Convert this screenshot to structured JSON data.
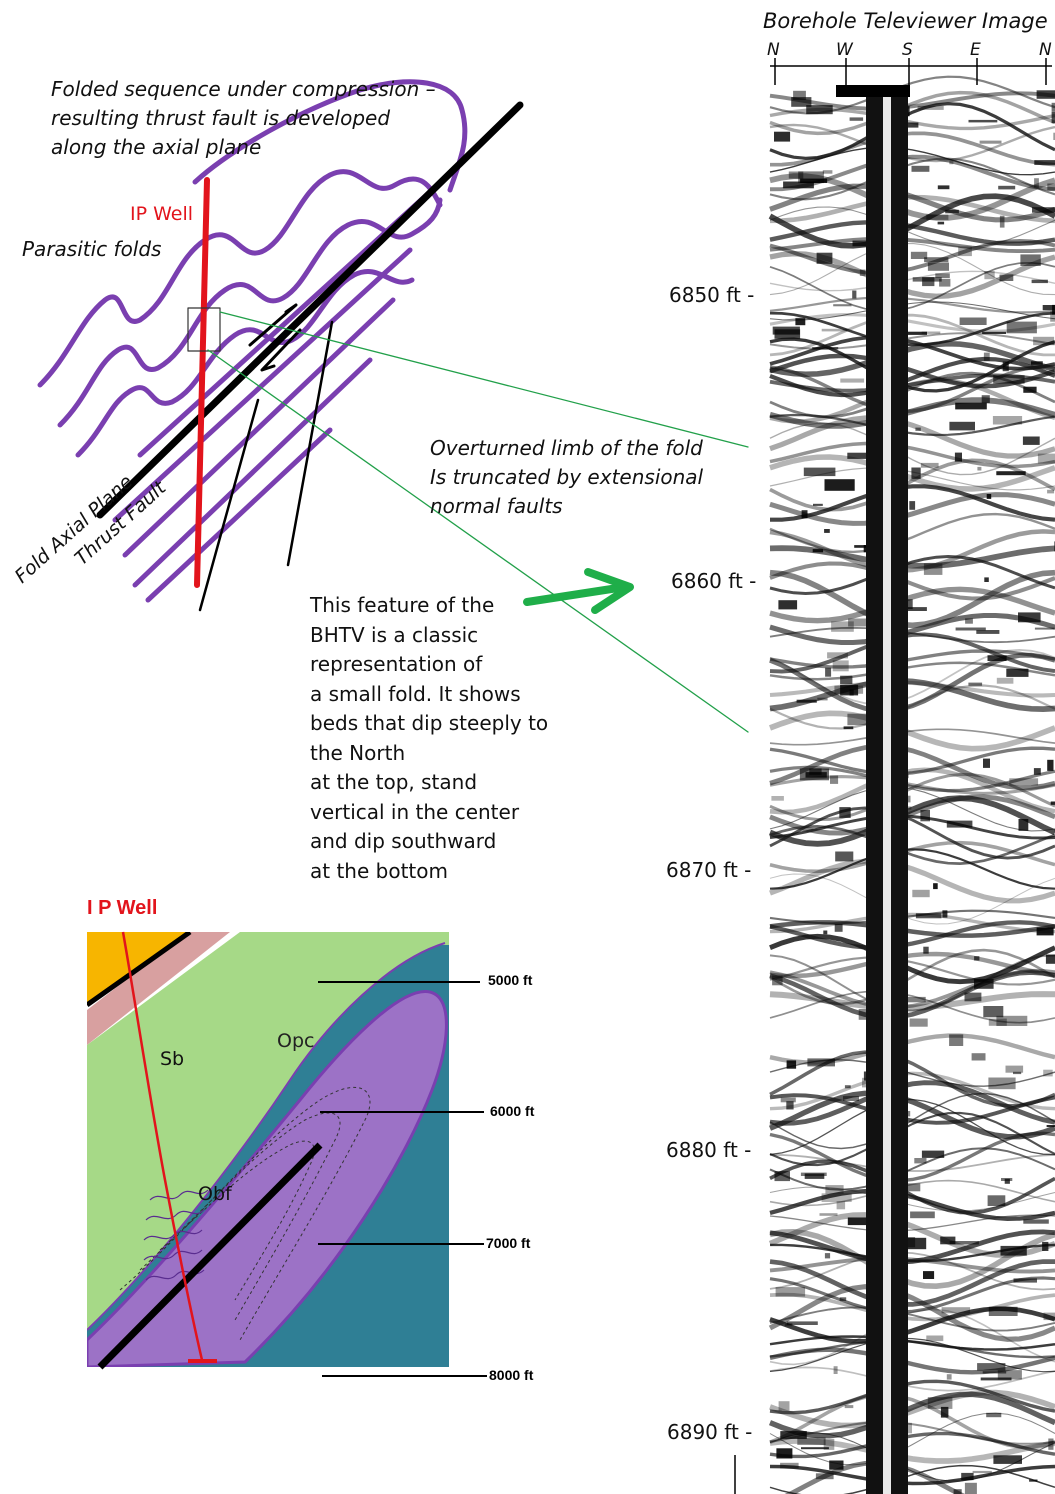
{
  "televiewer": {
    "title": "Borehole Televiewer Image",
    "orientation": [
      "N",
      "W",
      "S",
      "E",
      "N"
    ],
    "depths": [
      "6850 ft -",
      "6860 ft -",
      "6870 ft -",
      "6880 ft -",
      "6890 ft -"
    ]
  },
  "sketch": {
    "caption_lines": [
      "Folded sequence under compression –",
      "resulting thrust fault is developed",
      "along the axial plane"
    ],
    "well_label": "IP Well",
    "parasitic_label": "Parasitic folds",
    "axial_plane_label": "Fold Axial Plane",
    "thrust_label": "Thrust Fault"
  },
  "annotation": {
    "limb_lines": [
      "Overturned limb of the fold",
      "Is truncated by extensional",
      "normal faults"
    ]
  },
  "description": {
    "lines": [
      "This feature of the",
      "BHTV is a classic",
      "representation of",
      "a small fold.  It shows",
      "beds that dip steeply to",
      "the North",
      "at the top, stand",
      "vertical in the center",
      "and dip southward",
      "at the bottom"
    ]
  },
  "cross_section": {
    "well_label": "I P Well",
    "units": [
      "Sb",
      "Opc",
      "Obf"
    ],
    "depth_markers": [
      "5000 ft",
      "6000 ft",
      "7000 ft",
      "8000 ft"
    ]
  },
  "colors": {
    "fold": "#7a3fb0",
    "well": "#e2141c",
    "leader": "#22a04a",
    "arrow": "#1fae49",
    "unit_sb": "#a6d987",
    "unit_opc": "#2f7f95",
    "unit_obf": "#9c72c6",
    "unit_orange": "#f7b500",
    "unit_pink": "#d8a0a0"
  }
}
